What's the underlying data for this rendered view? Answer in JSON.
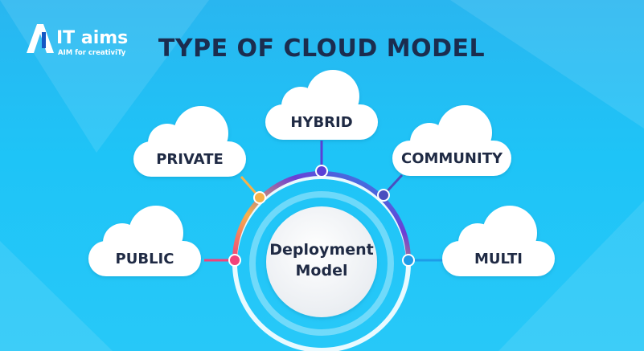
{
  "brand": {
    "name": "IT aims",
    "tagline": "AIM for creativiTy",
    "logo_letter": "A"
  },
  "title": "TYPE OF CLOUD MODEL",
  "center": {
    "line1": "Deployment",
    "line2": "Model"
  },
  "models": [
    {
      "label": "PUBLIC",
      "color": "#f0437a"
    },
    {
      "label": "PRIVATE",
      "color": "#f6b24a"
    },
    {
      "label": "HYBRID",
      "color": "#5b3fd6"
    },
    {
      "label": "COMMUNITY",
      "color": "#4a4fbf"
    },
    {
      "label": "MULTI",
      "color": "#1e9be8"
    }
  ],
  "colors": {
    "title": "#1b2d4f",
    "label": "#1f2a44",
    "background": "#23bdf5"
  }
}
